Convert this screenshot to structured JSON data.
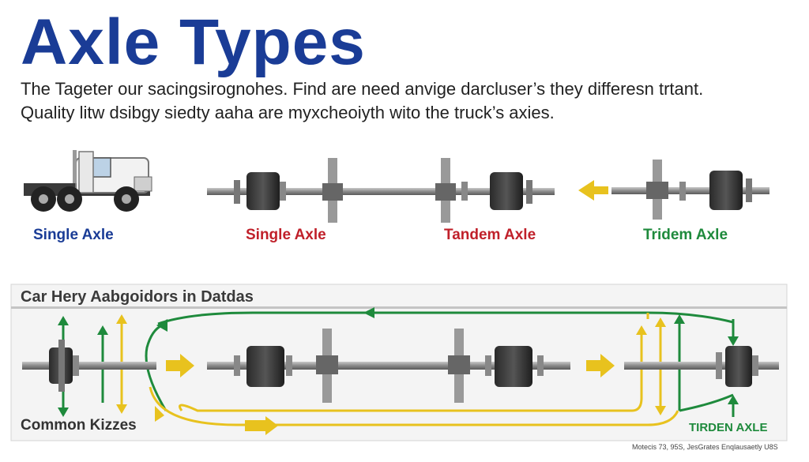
{
  "header": {
    "title": "Axle Types",
    "intro_line1": "The Tageter our sacingsirognohes. Find are need anvige darcluser’s they differesn trtant.",
    "intro_line2": "Quality litw dsibgy siedty aahа are myxcheoiyth wito the truck’s axies."
  },
  "top_row": {
    "labels": [
      "Single Axle",
      "Single Axle",
      "Tandem Axle",
      "Tridem Axle"
    ]
  },
  "panel": {
    "title": "Car Hery Aabgoidors in Datdas",
    "bottom_label": "Common Kizzes",
    "tag": "TIRDEN AXLE"
  },
  "footnote": "Motecis 73, 95S, JesGrates Enqlausaetly U8S",
  "colors": {
    "title_blue": "#1a3c96",
    "red": "#c0202a",
    "green": "#1e8a3c",
    "yellow": "#e8c21e",
    "panel_bg": "#f4f4f4"
  }
}
